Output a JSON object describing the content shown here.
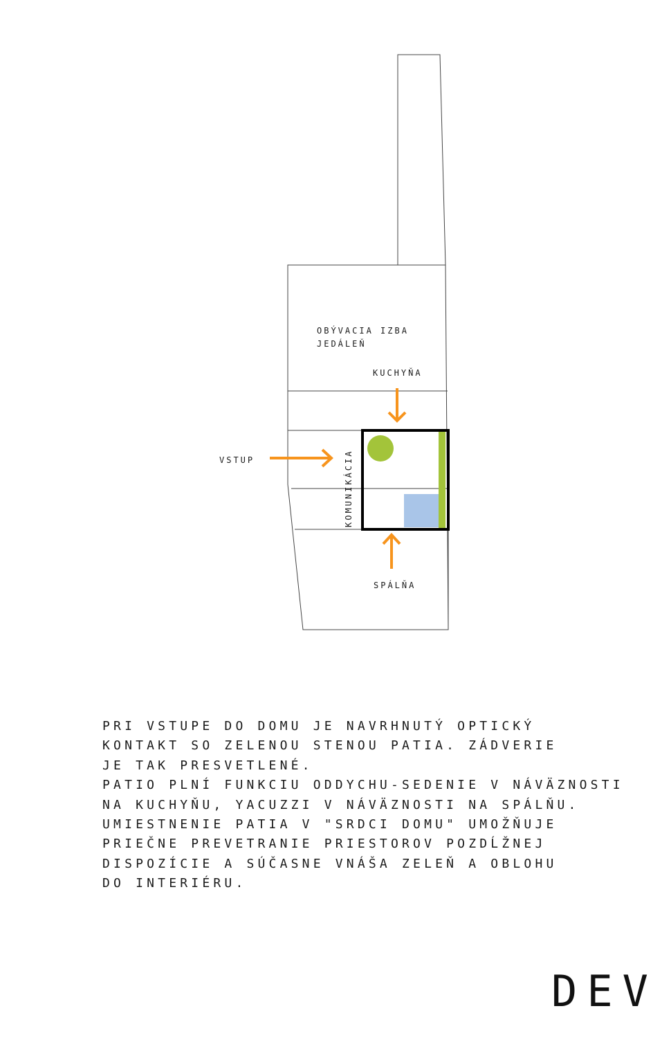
{
  "colors": {
    "line": "#444444",
    "arrow": "#f7941d",
    "green": "#a3c43a",
    "blue": "#a9c5e8",
    "patio_frame": "#000000"
  },
  "labels": {
    "living": "OBÝVACIA IZBA",
    "dining": "JEDÁLEŇ",
    "kitchen": "KUCHYŇA",
    "entrance": "VSTUP",
    "corridor": "KOMUNIKÁCIA",
    "bedroom": "SPÁLŇA"
  },
  "description": {
    "lines": [
      "PRI VSTUPE DO DOMU JE NAVRHNUTÝ OPTICKÝ",
      "KONTAKT SO ZELENOU STENOU PATIA. ZÁDVERIE",
      "JE TAK PRESVETLENÉ.",
      "PATIO PLNÍ FUNKCIU ODDYCHU-SEDENIE V NÁVÄZNOSTI",
      "NA KUCHYŇU, YACUZZI V NÁVÄZNOSTI NA SPÁLŇU.",
      "UMIESTNENIE PATIA V \"SRDCI DOMU\" UMOŽŇUJE",
      "PRIEČNE PREVETRANIE PRIESTOROV POZDĹŽNEJ",
      "DISPOZÍCIE A SÚČASNE VNÁŠA ZELEŇ A OBLOHU",
      "DO INTERIÉRU."
    ]
  },
  "brand": "DEV"
}
